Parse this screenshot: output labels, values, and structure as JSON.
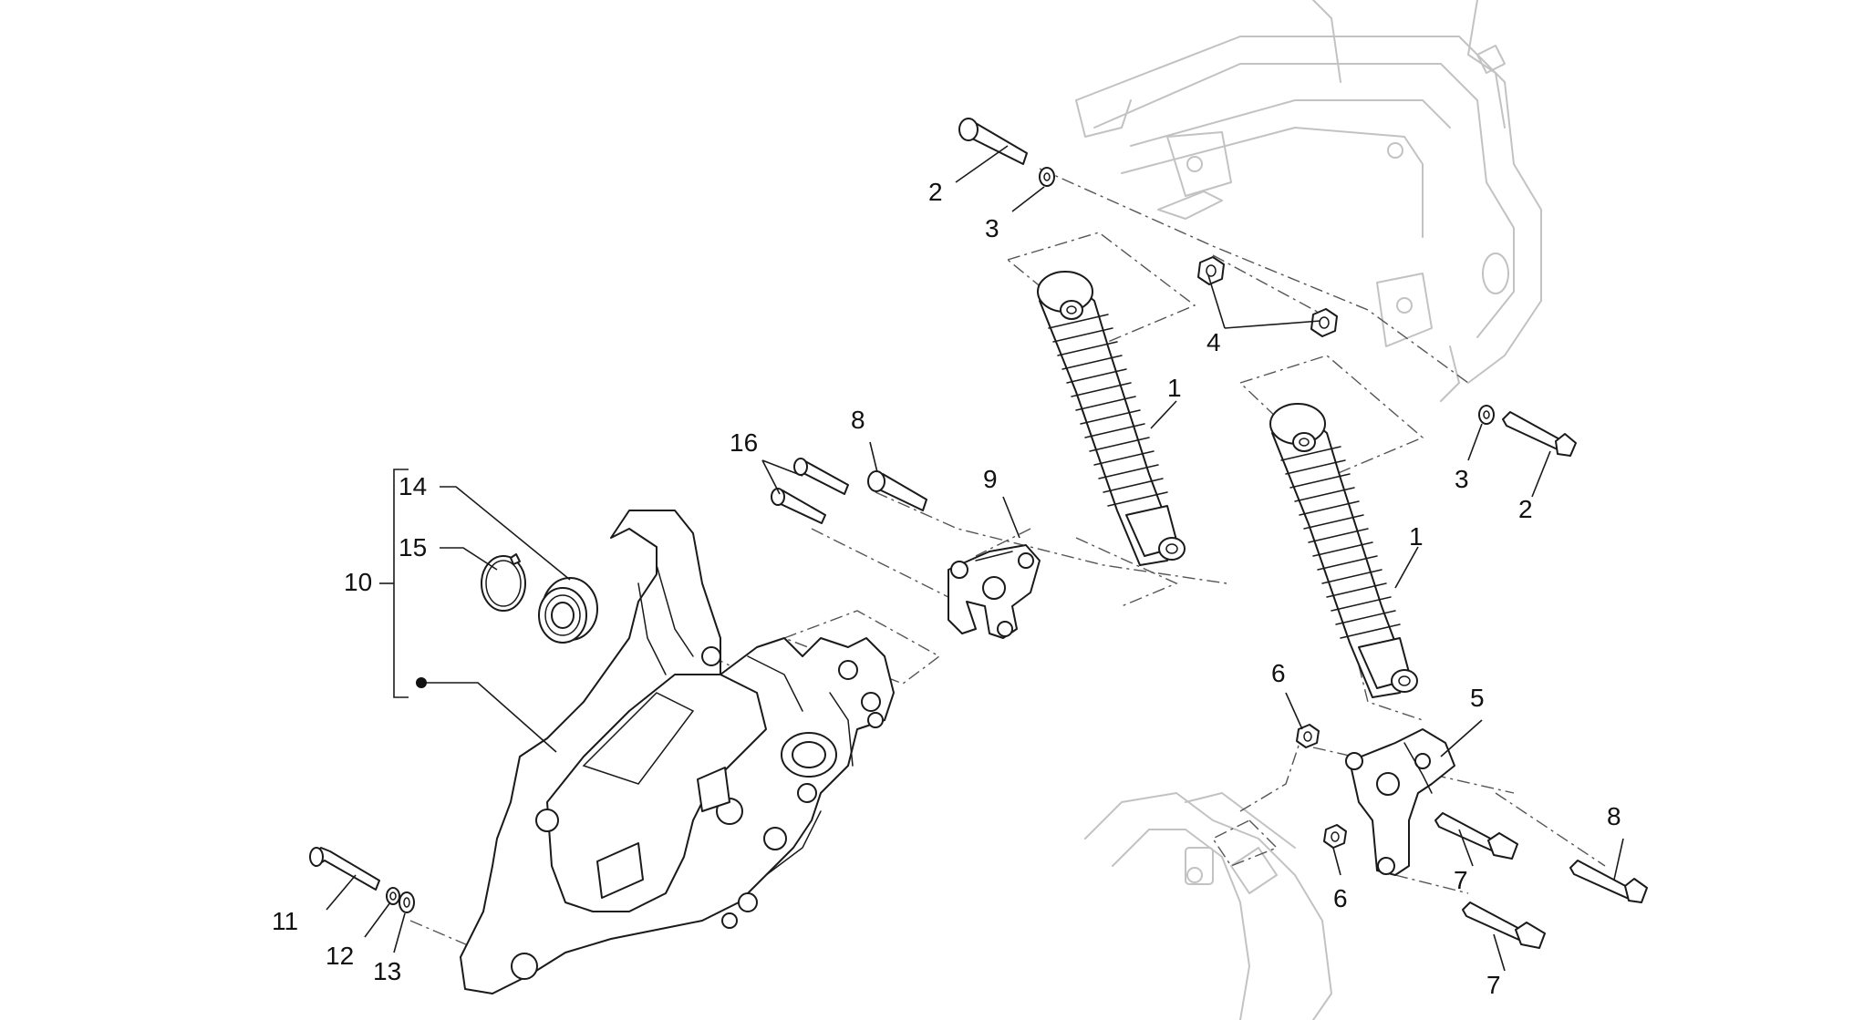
{
  "diagram": {
    "callouts": [
      "1",
      "1",
      "2",
      "2",
      "3",
      "3",
      "4",
      "5",
      "6",
      "6",
      "7",
      "7",
      "8",
      "8",
      "9",
      "10",
      "11",
      "12",
      "13",
      "14",
      "15",
      "16"
    ]
  },
  "colors": {
    "line": "#1a1a1a",
    "ghost_frame": "#c2c2c2",
    "background": "#ffffff"
  }
}
